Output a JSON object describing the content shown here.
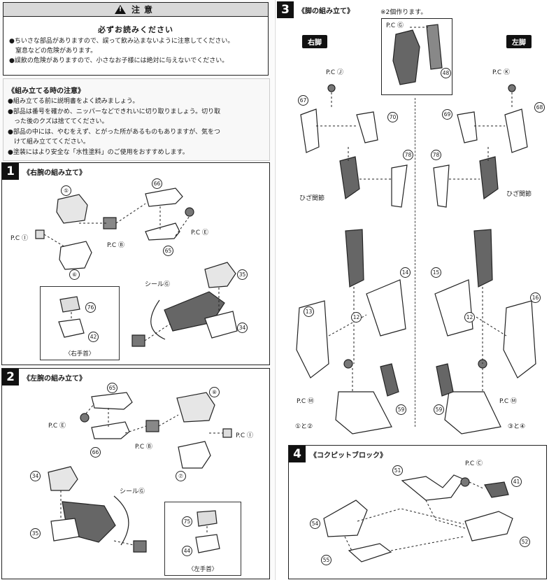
{
  "caution": {
    "heading": "注意",
    "must_read": "必ずお読みください",
    "lines": [
      "●ちいさな部品がありますので、誤って飲み込まないように注意してください。",
      "　窒息などの危険があります。",
      "●誤飲の危険がありますので、小さなお子様には絶対に与えないでください。"
    ]
  },
  "notes": {
    "title": "《組み立てる時の注意》",
    "lines": [
      "●組み立てる前に説明書をよく読みましょう。",
      "●部品は番号を確かめ、ニッパーなどできれいに切り取りましょう。切り取",
      "　った後のクズは捨ててください。",
      "●部品の中には、やむをえず、とがった所があるものもありますが、気をつ",
      "　けて組み立ててください。",
      "●塗装にはより安全な「水性塗料」のご使用をおすすめします。"
    ]
  },
  "step1": {
    "number": "1",
    "title": "《右腕の組み立て》",
    "labels": {
      "pc_i": "P.C Ⓘ",
      "pc_b": "P.C Ⓑ",
      "pc_e": "P.C Ⓔ",
      "seal_g": "シールⒼ"
    },
    "parts": [
      "⑤",
      "⑥",
      "66",
      "65",
      "35",
      "34",
      "76",
      "42"
    ],
    "sub_caption": "〈右手首〉"
  },
  "step2": {
    "number": "2",
    "title": "《左腕の組み立て》",
    "labels": {
      "pc_e": "P.C Ⓔ",
      "pc_b": "P.C Ⓑ",
      "pc_i": "P.C Ⓘ",
      "seal_g": "シールⒼ"
    },
    "parts": [
      "65",
      "66",
      "⑧",
      "⑦",
      "34",
      "35",
      "75",
      "44"
    ],
    "sub_caption": "〈左手首〉"
  },
  "step3": {
    "number": "3",
    "title": "《脚の組み立て》",
    "note": "※2個作ります。",
    "pc_g": "P.C Ⓖ",
    "part_48": "48",
    "right_leg": "右脚",
    "left_leg": "左脚",
    "pc_j": "P.C Ⓙ",
    "pc_k": "P.C Ⓚ",
    "knee": "ひざ関節",
    "pc_m": "P.C Ⓜ",
    "pair_right": "①と②",
    "pair_left": "③と④",
    "parts_right": [
      "67",
      "70",
      "78",
      "13",
      "12",
      "14",
      "59"
    ],
    "parts_left": [
      "69",
      "68",
      "78",
      "15",
      "12",
      "16",
      "59"
    ]
  },
  "step4": {
    "number": "4",
    "title": "《コクピットブロック》",
    "pc_c": "P.C Ⓒ",
    "parts": [
      "51",
      "41",
      "54",
      "52",
      "55"
    ]
  }
}
